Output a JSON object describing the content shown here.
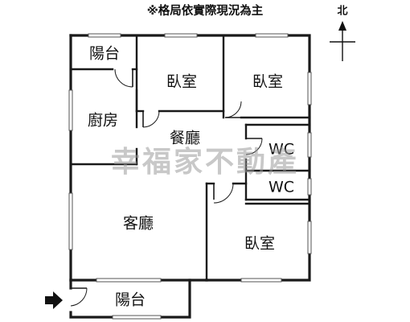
{
  "note": "※格局依實際現況為主",
  "north": "北",
  "watermark": "幸福家不動產",
  "rooms": {
    "balcony_top": "陽台",
    "bedroom_1": "臥室",
    "bedroom_2": "臥室",
    "kitchen": "廚房",
    "dining": "餐廳",
    "wc_1": "WC",
    "wc_2": "WC",
    "living": "客廳",
    "bedroom_3": "臥室",
    "balcony_bottom": "陽台"
  },
  "colors": {
    "wall": "#1a1a1a",
    "watermark": "#9a9a9a",
    "background": "#ffffff"
  },
  "icons": [
    "north-arrow-icon",
    "entrance-arrow-icon"
  ]
}
